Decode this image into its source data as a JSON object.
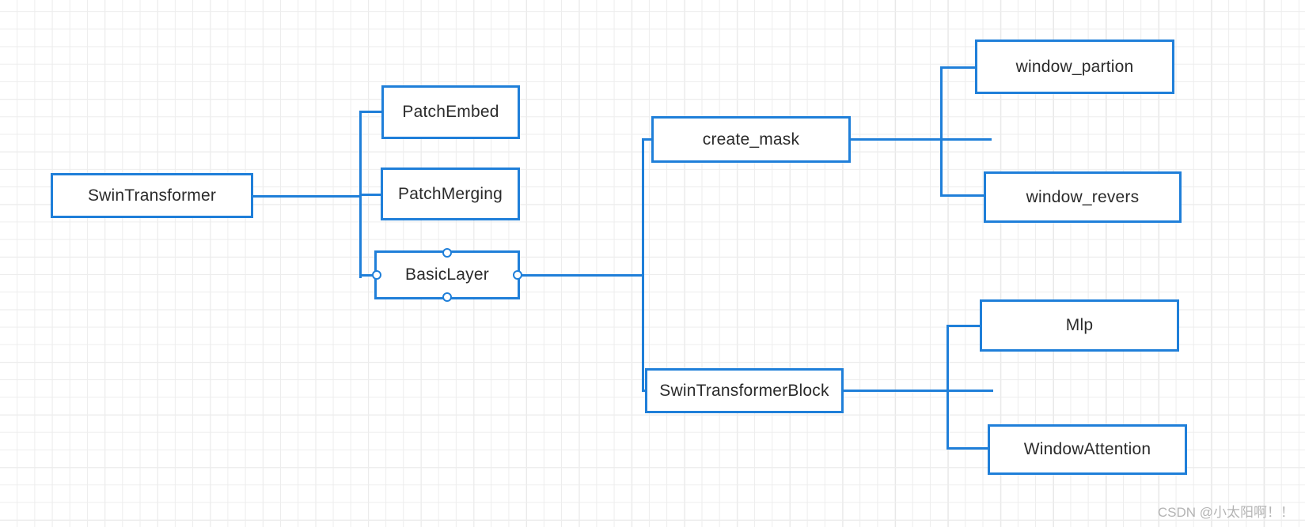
{
  "diagram": {
    "type": "flowchart",
    "title": "SwinTransformer module hierarchy",
    "accent_color": "#1f7fd9",
    "background_color": "#ffffff",
    "grid_color": "#e3e3e3",
    "nodes": [
      {
        "id": "swin_transformer",
        "label": "SwinTransformer",
        "selected": false
      },
      {
        "id": "patch_embed",
        "label": "PatchEmbed",
        "selected": false
      },
      {
        "id": "patch_merging",
        "label": "PatchMerging",
        "selected": false
      },
      {
        "id": "basic_layer",
        "label": "BasicLayer",
        "selected": true
      },
      {
        "id": "create_mask",
        "label": "create_mask",
        "selected": false
      },
      {
        "id": "swin_transformer_block",
        "label": "SwinTransformerBlock",
        "selected": false
      },
      {
        "id": "window_partion",
        "label": "window_partion",
        "selected": false
      },
      {
        "id": "window_revers",
        "label": "window_revers",
        "selected": false
      },
      {
        "id": "mlp",
        "label": "Mlp",
        "selected": false
      },
      {
        "id": "window_attention",
        "label": "WindowAttention",
        "selected": false
      }
    ],
    "edges": [
      {
        "from": "swin_transformer",
        "to": "patch_embed"
      },
      {
        "from": "swin_transformer",
        "to": "patch_merging"
      },
      {
        "from": "swin_transformer",
        "to": "basic_layer"
      },
      {
        "from": "basic_layer",
        "to": "create_mask"
      },
      {
        "from": "basic_layer",
        "to": "swin_transformer_block"
      },
      {
        "from": "create_mask",
        "to": "window_partion"
      },
      {
        "from": "create_mask",
        "to": "window_revers"
      },
      {
        "from": "swin_transformer_block",
        "to": "mlp"
      },
      {
        "from": "swin_transformer_block",
        "to": "window_attention"
      }
    ],
    "selected_node_handles": [
      "top",
      "right",
      "bottom",
      "left"
    ]
  },
  "watermark": {
    "text": "CSDN @小太阳啊！！"
  }
}
